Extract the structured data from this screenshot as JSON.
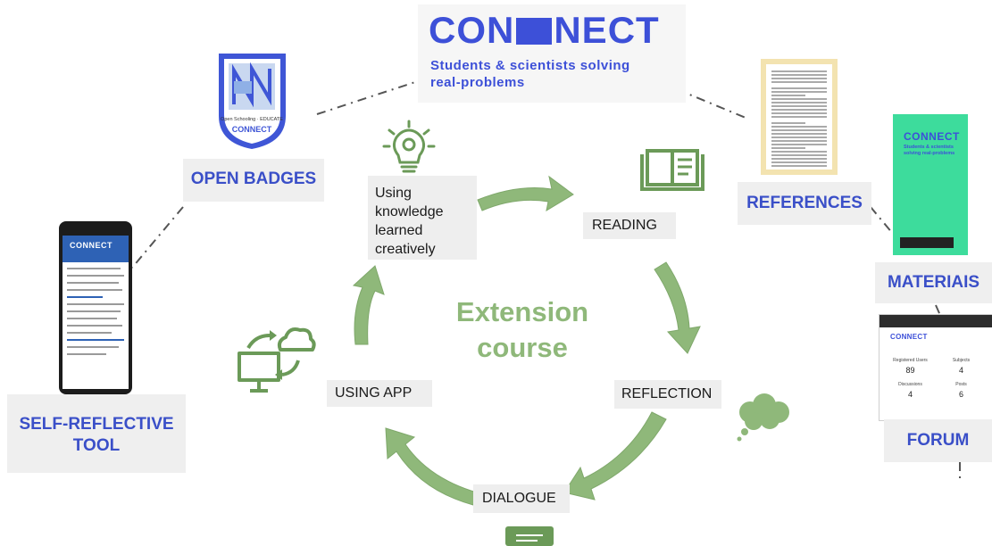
{
  "brand": {
    "logo_text_left": "CON",
    "logo_text_right": "NECT",
    "tagline_line1": "Students & scientists solving",
    "tagline_line2": "real-problems"
  },
  "center": {
    "line1": "Extension",
    "line2": "course"
  },
  "cycle_steps": {
    "using_knowledge": [
      "Using",
      "knowledge",
      "learned",
      "creatively"
    ],
    "reading": "READING",
    "reflection": "REFLECTION",
    "dialogue": "DIALOGUE",
    "using_app": "USING APP"
  },
  "tools": {
    "open_badges": "OPEN BADGES",
    "references": "REFERENCES",
    "materiais": "MATERIAIS",
    "forum": "FORUM",
    "self_reflective_line1": "SELF-REFLECTIVE",
    "self_reflective_line2": "TOOL"
  },
  "badge": {
    "caption": "Open Schooling · EDUCATE",
    "brand": "CONNECT"
  },
  "materiais_book": {
    "title": "CONNECT",
    "subtitle": "Students & scientists solving real-problems"
  },
  "forum_screen": {
    "brand": "CONNECT",
    "stats": [
      {
        "label": "Registered Users",
        "value": "89"
      },
      {
        "label": "Subjects",
        "value": "4"
      },
      {
        "label": "Discussions",
        "value": "4"
      },
      {
        "label": "Posts",
        "value": "6"
      }
    ]
  },
  "phone_screen": {
    "brand": "CONNECT"
  },
  "colors": {
    "green": "#7fa86b",
    "green_dark": "#6b9a58",
    "blue": "#3a4fc8",
    "teal": "#3ddc9c"
  }
}
